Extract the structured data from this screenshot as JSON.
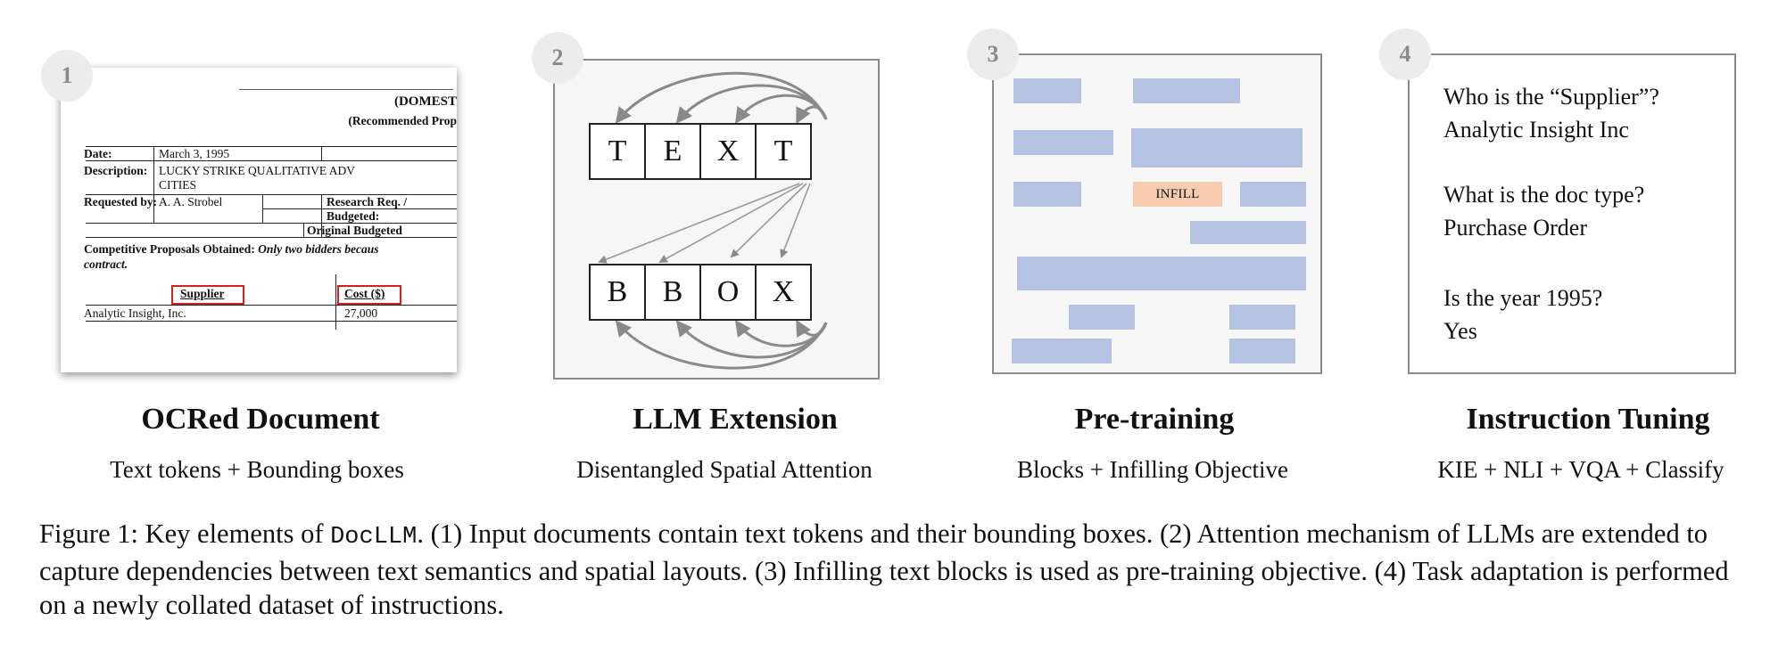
{
  "badges": [
    "1",
    "2",
    "3",
    "4"
  ],
  "panel1": {
    "heading_right": "(DOMEST",
    "subheading_right": "(Recommended Prop",
    "row_date_label": "Date:",
    "row_date_value": "March 3, 1995",
    "row_desc_label": "Description:",
    "row_desc_value1": "LUCKY STRIKE QUALITATIVE ADV",
    "row_desc_value2": "CITIES",
    "row_req_label": "Requested by:",
    "row_req_value": "A. A. Strobel",
    "row_req_right": "Research Req. /",
    "row_budgeted": "Budgeted:",
    "row_orig": "Original Budgeted",
    "competitive_prefix": "Competitive Proposals Obtained:",
    "competitive_italic": "Only two bidders becaus",
    "contract": "contract.",
    "supplier_label": "Supplier",
    "cost_label": "Cost ($)",
    "supplier_value": "Analytic Insight, Inc.",
    "cost_value": "27,000"
  },
  "panel2": {
    "text_tokens": [
      "T",
      "E",
      "X",
      "T"
    ],
    "box_tokens": [
      "B",
      "B",
      "O",
      "X"
    ]
  },
  "panel3": {
    "infill_label": "INFILL"
  },
  "panel4": {
    "q1": "Who is the “Supplier”?",
    "a1": "Analytic Insight Inc",
    "q2": "What is the doc type?",
    "a2": "Purchase Order",
    "q3": "Is the year 1995?",
    "a3": "Yes"
  },
  "titles": [
    {
      "title": "OCRed Document",
      "subtitle": "Text tokens + Bounding boxes"
    },
    {
      "title": "LLM Extension",
      "subtitle": "Disentangled Spatial Attention"
    },
    {
      "title": "Pre-training",
      "subtitle": "Blocks + Infilling Objective"
    },
    {
      "title": "Instruction Tuning",
      "subtitle": "KIE + NLI + VQA + Classify"
    }
  ],
  "caption": {
    "prefix": "Figure 1: Key elements of ",
    "model": "DocLLM",
    "rest": ". (1) Input documents contain text tokens and their bounding boxes. (2) Attention mechanism of LLMs are extended to capture dependencies between text semantics and spatial layouts. (3) Infilling text blocks is used as pre-training objective. (4) Task adaptation is performed on a newly collated dataset of instructions."
  },
  "colors": {
    "block": "#b6c3e2",
    "infill": "#f7cbb0",
    "highlight": "#d62020",
    "frame": "#8c8c8c",
    "arrow": "#8a8a8a"
  }
}
